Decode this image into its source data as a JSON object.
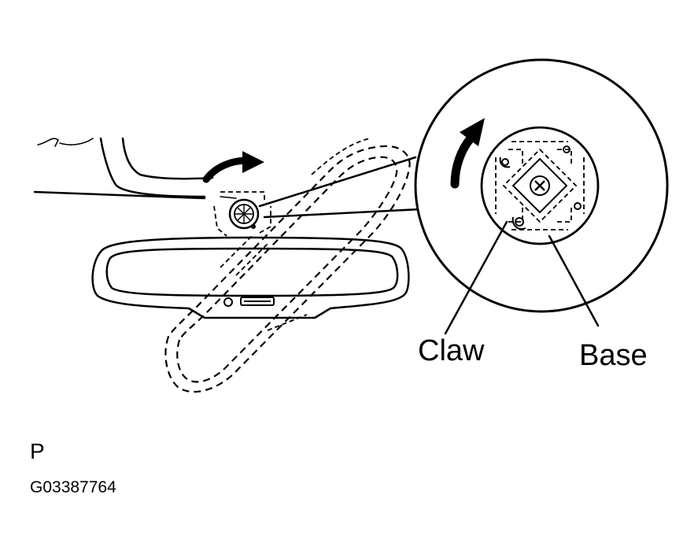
{
  "labels": {
    "claw": "Claw",
    "base": "Base",
    "view": "P",
    "figure_code": "G03387764"
  },
  "icons": {
    "rotate_arrow_main": "curved-arrow-icon",
    "rotate_arrow_detail": "curved-arrow-icon"
  },
  "colors": {
    "ink": "#000000",
    "paper": "#ffffff"
  }
}
